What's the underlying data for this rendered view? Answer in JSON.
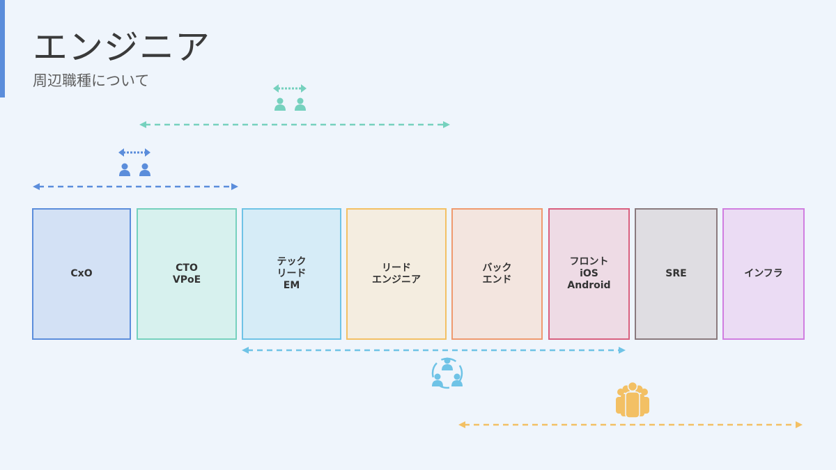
{
  "title": "エンジニア",
  "subtitle": "周辺職種について",
  "roles": [
    {
      "label": "CxO",
      "border": "#5b8ddb",
      "fill": "#d3e1f5"
    },
    {
      "label": "CTO\nVPoE",
      "border": "#76d1be",
      "fill": "#d7f1ee"
    },
    {
      "label": "テック\nリード\nEM",
      "border": "#6fc3e6",
      "fill": "#d6ecf7"
    },
    {
      "label": "リード\nエンジニア",
      "border": "#f3c064",
      "fill": "#f4ede0"
    },
    {
      "label": "バック\nエンド",
      "border": "#ef9a6e",
      "fill": "#f3e5df"
    },
    {
      "label": "フロント\niOS\nAndroid",
      "border": "#d9607f",
      "fill": "#eedbe5"
    },
    {
      "label": "SRE",
      "border": "#8a7a7e",
      "fill": "#dfdde2"
    },
    {
      "label": "インフラ",
      "border": "#d07ee0",
      "fill": "#ebdcf4"
    }
  ],
  "colors": {
    "green": "#76d1be",
    "blue": "#5b8ddb",
    "cyan": "#6fc3e6",
    "yellow": "#f3c064"
  },
  "icons": [
    "pair-exchange-icon",
    "pair-exchange-icon",
    "team-cycle-icon",
    "group-icon"
  ]
}
